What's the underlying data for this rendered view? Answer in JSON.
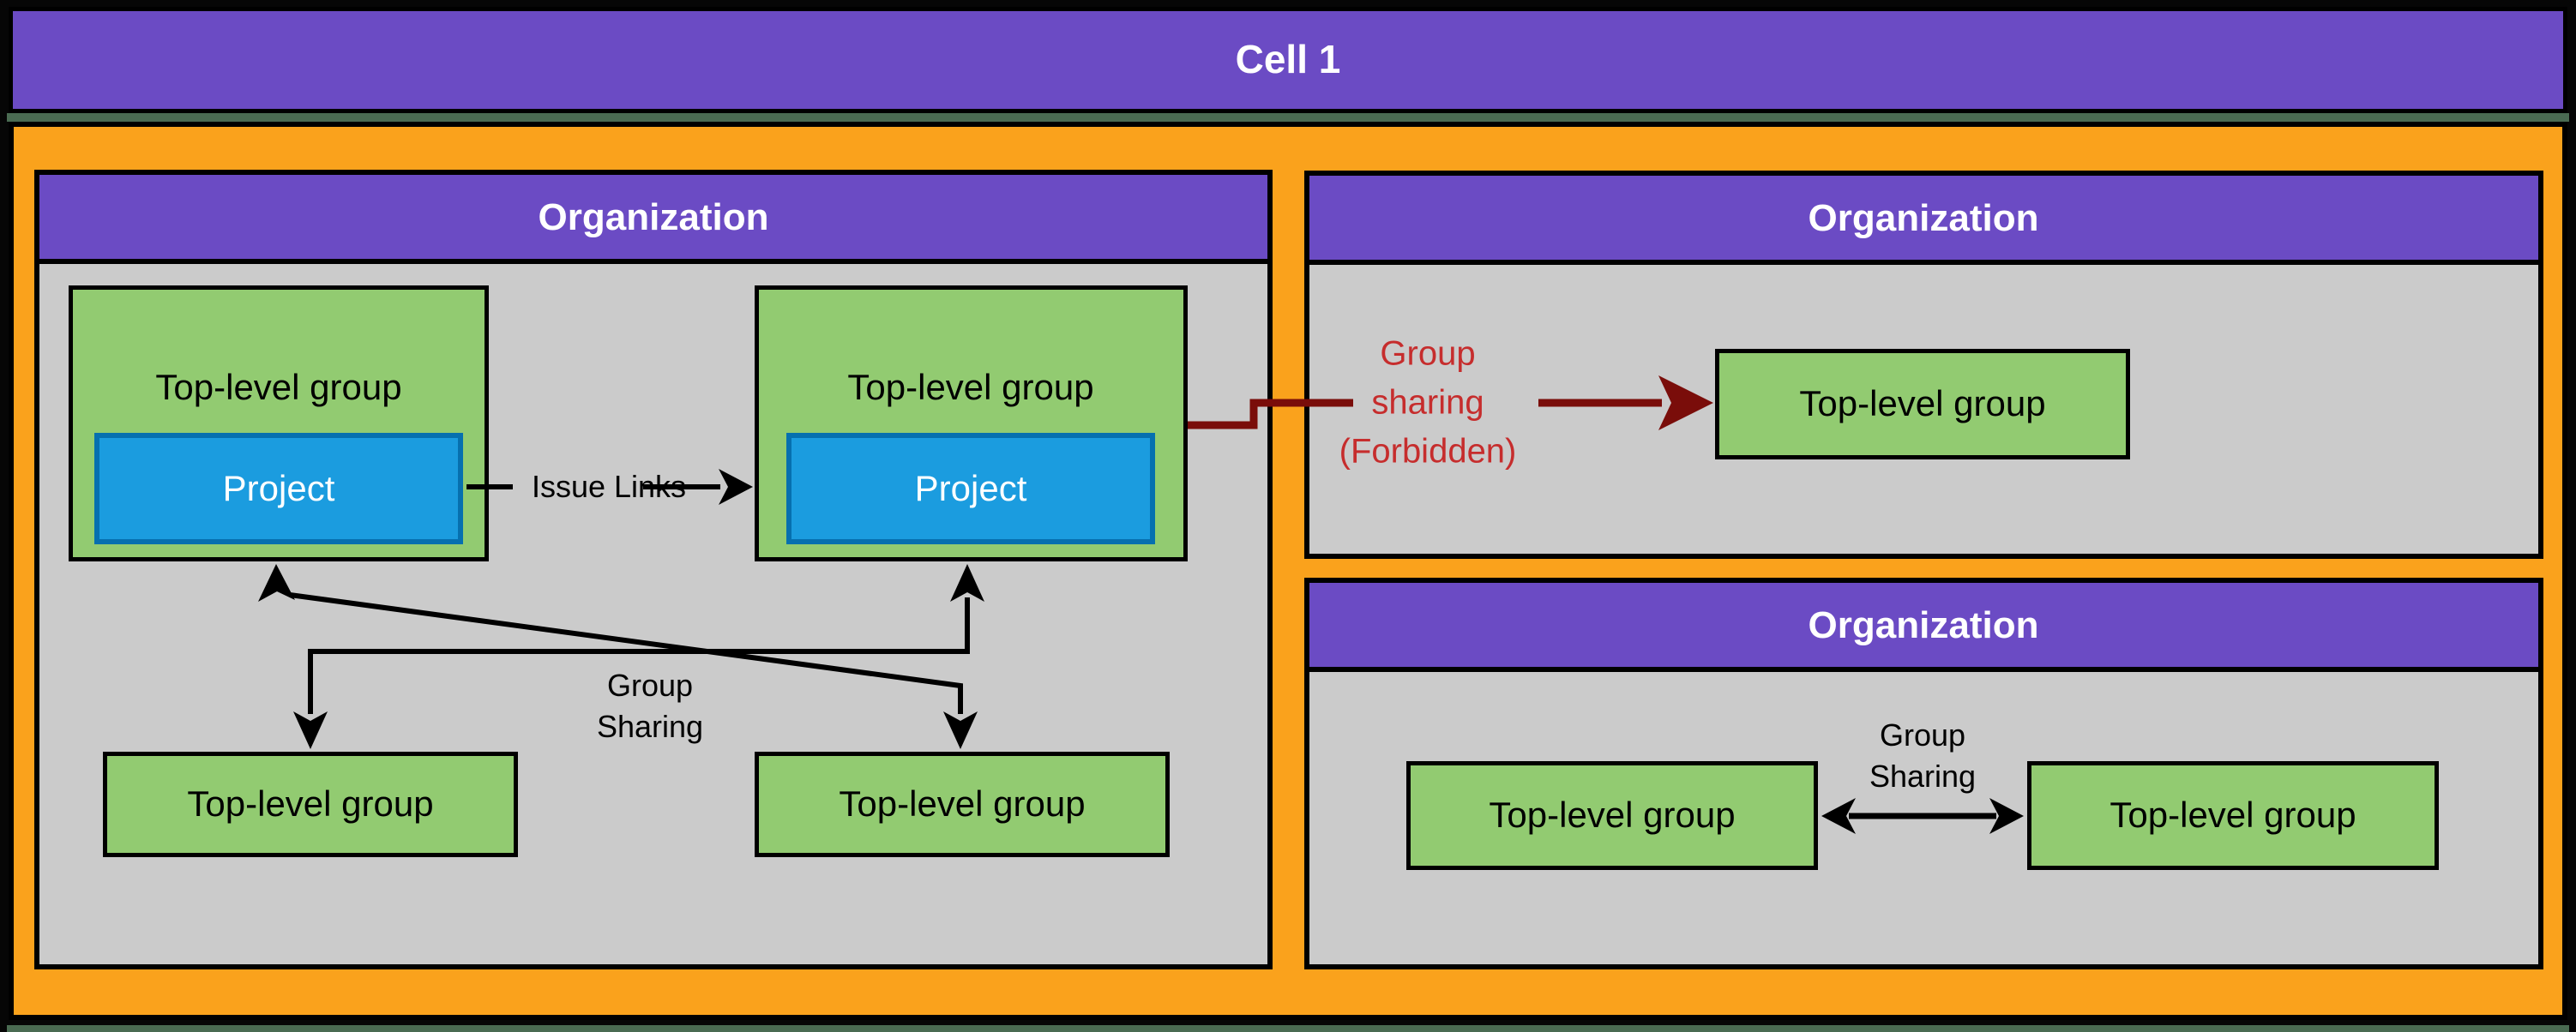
{
  "banner": {
    "label": "Cell 1"
  },
  "left_org": {
    "title": "Organization",
    "group_top_left": {
      "label": "Top-level group",
      "project": "Project"
    },
    "group_top_right": {
      "label": "Top-level group",
      "project": "Project"
    },
    "group_bottom_left": {
      "label": "Top-level group"
    },
    "group_bottom_right": {
      "label": "Top-level group"
    },
    "issue_links_label": "Issue Links",
    "sharing_label": [
      "Group",
      "Sharing"
    ]
  },
  "org_top_right": {
    "title": "Organization",
    "group": {
      "label": "Top-level group"
    },
    "forbidden_label": [
      "Group",
      "sharing",
      "(Forbidden)"
    ]
  },
  "org_bottom_right": {
    "title": "Organization",
    "group_left": {
      "label": "Top-level group"
    },
    "group_right": {
      "label": "Top-level group"
    },
    "sharing_label": [
      "Group",
      "Sharing"
    ]
  },
  "colors": {
    "cell_banner_purple": "#6B4BC4",
    "cell_body_orange": "#FAA21C",
    "org_body_gray": "#CBCBCB",
    "group_green": "#92CB71",
    "project_blue": "#1B9CDF",
    "project_border_blue": "#0670AF",
    "forbidden_text_red": "#C62D2D",
    "forbidden_arrow_darkred": "#7A0D0A",
    "arrow_black": "#000000",
    "background_gap_green": "#4A6B52"
  }
}
